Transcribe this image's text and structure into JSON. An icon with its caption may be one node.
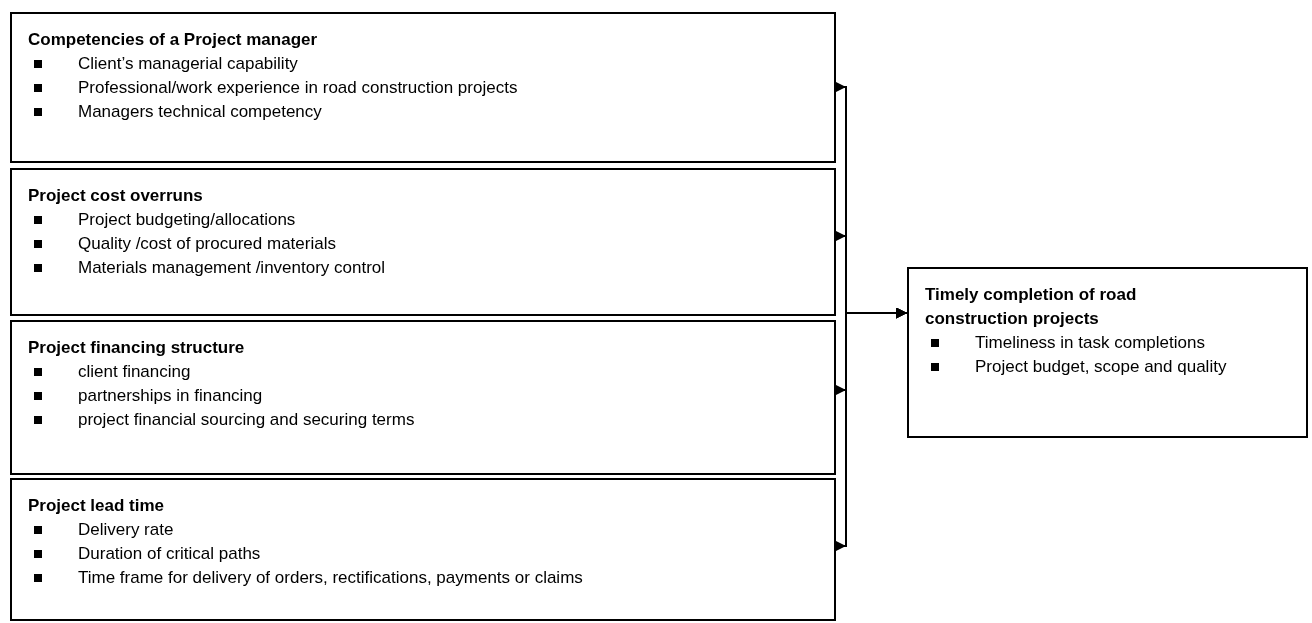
{
  "diagram": {
    "nodes": [
      {
        "text": [
          "Competencies of a Project manager",
          "Client’s managerial capability",
          "Professional/work experience in road construction projects",
          "Managers technical competency"
        ]
      },
      {
        "text": [
          "Project cost overruns",
          "Project budgeting/allocations",
          "Quality /cost of procured materials",
          "Materials management /inventory control"
        ]
      },
      {
        "text": [
          "Project financing structure",
          "client financing",
          "partnerships in financing",
          "project financial sourcing and securing terms"
        ]
      },
      {
        "text": [
          "Project lead time",
          "Delivery rate",
          "Duration of critical paths",
          "Time frame for delivery of orders, rectifications, payments or claims"
        ]
      },
      {
        "text": [
          "Timely completion of road construction projects",
          "Timeliness in task completions",
          "Project budget, scope and quality"
        ]
      }
    ],
    "edges": [
      {
        "from": 0,
        "to": 4,
        "arrow": "to"
      },
      {
        "from": 1,
        "to": 4,
        "arrow": "to"
      },
      {
        "from": 2,
        "to": 4,
        "arrow": "to"
      },
      {
        "from": 3,
        "to": 4,
        "arrow": "to"
      }
    ]
  }
}
